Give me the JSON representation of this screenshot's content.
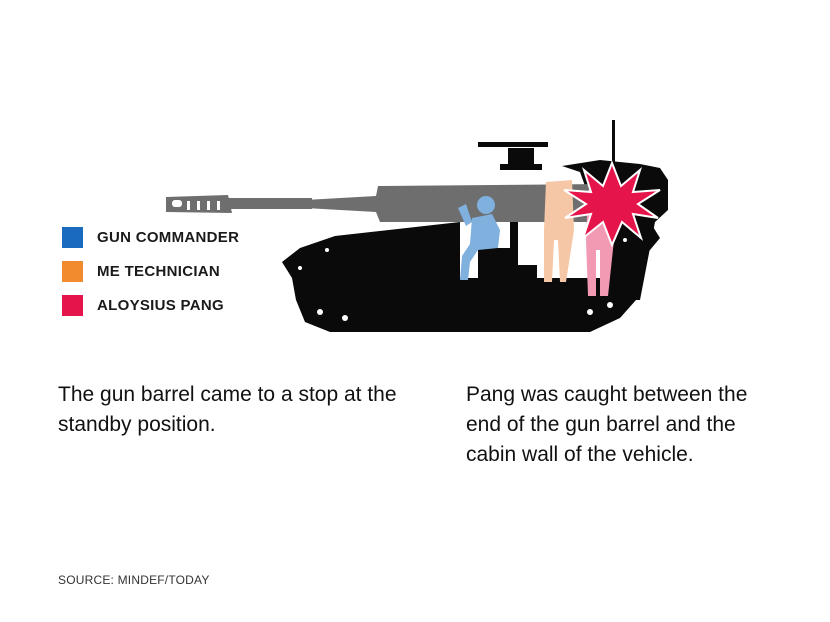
{
  "legend": [
    {
      "label": "GUN COMMANDER",
      "color": "#1a6bbf"
    },
    {
      "label": "ME TECHNICIAN",
      "color": "#f28a2e"
    },
    {
      "label": "ALOYSIUS PANG",
      "color": "#e5154b"
    }
  ],
  "captions": {
    "left": "The gun barrel came to a stop at the standby position.",
    "right": "Pang was caught between the end of the gun barrel and the cabin wall of the vehicle."
  },
  "source": "SOURCE: MINDEF/TODAY",
  "colors": {
    "hull": "#0a0a0a",
    "barrel": "#6e6e6e",
    "gun_commander_figure": "#7fb0de",
    "me_technician_figure": "#f6c7a6",
    "pang_figure": "#f29ab4",
    "impact_burst": "#e5154b",
    "background": "#ffffff"
  }
}
